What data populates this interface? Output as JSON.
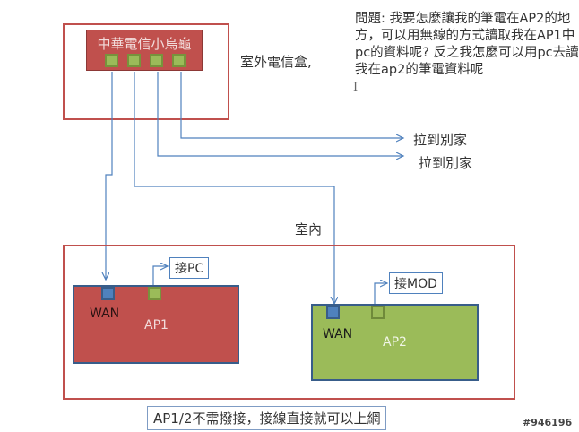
{
  "outdoor": {
    "modem_title": "中華電信小烏龜",
    "box_label": "室外電信盒,",
    "port_count": 4
  },
  "question": {
    "text": "問題: 我要怎麼讓我的筆電在AP2的地方，可以用無線的方式讀取我在AP1中pc的資料呢? 反之我怎麼可以用pc去讀我在ap2的筆電資料呢",
    "cursor_glyph": "I"
  },
  "lines": {
    "to_neighbor_1": "拉到別家",
    "to_neighbor_2": "拉到別家"
  },
  "indoor": {
    "label": "室內",
    "ap1": {
      "name": "AP1",
      "wan_label": "WAN",
      "callout": "接PC"
    },
    "ap2": {
      "name": "AP2",
      "wan_label": "WAN",
      "callout": "接MOD"
    }
  },
  "footer": {
    "note": "AP1/2不需撥接，接線直接就可以上網",
    "watermark": "#946196"
  },
  "colors": {
    "frame": "#c0504d",
    "ap1_fill": "#c0504d",
    "ap2_fill": "#9bbb59",
    "port_green": "#9bbb59",
    "port_blue": "#4f81bd",
    "wire": "#4f81bd"
  }
}
